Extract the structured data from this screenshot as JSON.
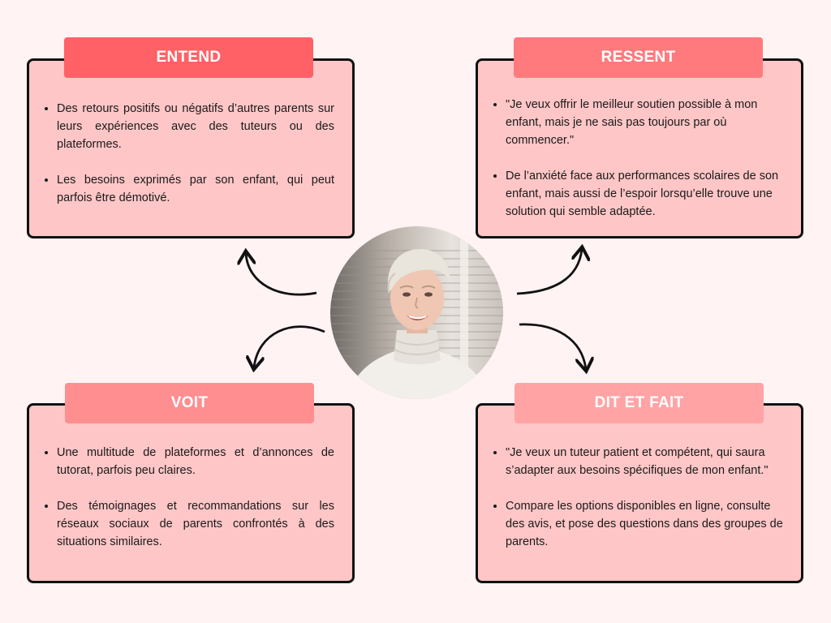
{
  "quadrants": {
    "entend": {
      "title": "ENTEND",
      "items": [
        "Des retours positifs ou négatifs d’autres parents sur leurs expériences avec des tuteurs ou des plateformes.",
        "Les besoins exprimés par son enfant, qui peut parfois être démotivé."
      ]
    },
    "ressent": {
      "title": "RESSENT",
      "items": [
        "\"Je veux offrir le meilleur soutien possible à mon enfant, mais je ne sais pas toujours par où commencer.\"",
        "De l’anxiété face aux performances scolaires de son enfant, mais aussi de l’espoir lorsqu’elle trouve une solution qui semble adaptée."
      ]
    },
    "voit": {
      "title": "VOIT",
      "items": [
        "Une multitude de plateformes et d’annonces de tutorat, parfois peu claires.",
        "Des témoignages et recommandations sur les réseaux sociaux de parents confrontés à des situations similaires."
      ]
    },
    "dit_et_fait": {
      "title": "DIT ET FAIT",
      "items": [
        "\"Je veux un tuteur patient et compétent, qui saura s’adapter aux besoins spécifiques de mon enfant.\"",
        "Compare les options disponibles en ligne, consulte des avis, et pose des questions dans des groupes de parents."
      ]
    }
  },
  "colors": {
    "background": "#fff3f4",
    "card_fill": "#ffc6c7",
    "label_entend": "#ff6166",
    "label_ressent": "#ff7a7d",
    "label_voit": "#ff8e90",
    "label_dit": "#ffa3a5"
  },
  "portrait": {
    "icon": "woman-portrait-photo"
  }
}
